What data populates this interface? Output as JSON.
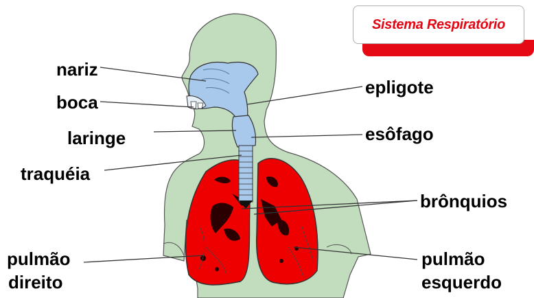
{
  "title": "Sistema Respiratório",
  "labels": {
    "nariz": "nariz",
    "boca": "boca",
    "laringe": "laringe",
    "traqueia": "traquéia",
    "pulmao_direito_1": "pulmão",
    "pulmao_direito_2": "direito",
    "epiglote": "epligote",
    "esofago": "esôfago",
    "bronquios": "brônquios",
    "pulmao_esquerdo_1": "pulmão",
    "pulmao_esquerdo_2": "esquerdo"
  },
  "colors": {
    "body": "#c2dcbe",
    "airway": "#a8c8ec",
    "lung": "#ee0000",
    "title": "#e30613"
  }
}
